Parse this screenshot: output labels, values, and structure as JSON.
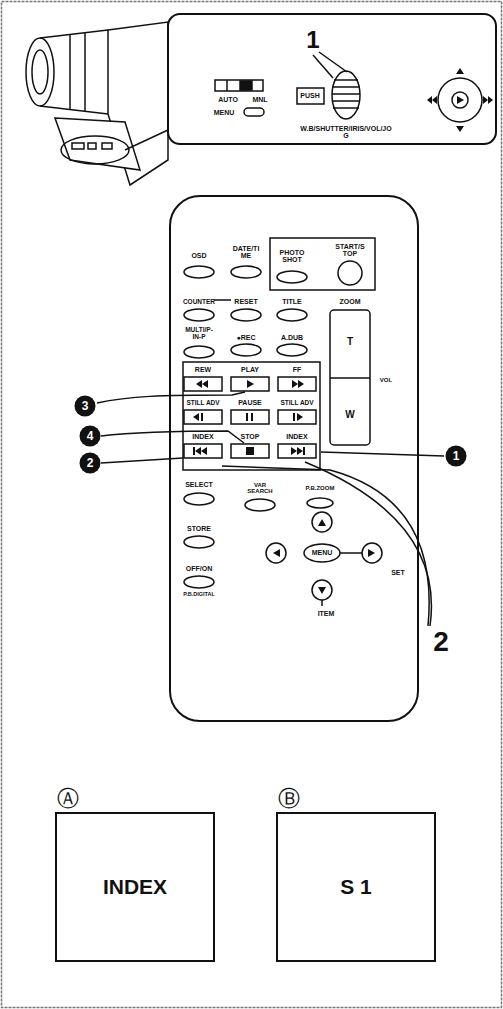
{
  "diagram": {
    "nodes": [
      {
        "text": [
          "Ⓐ",
          "INDEX"
        ]
      },
      {
        "text": [
          "Ⓑ",
          "S 1"
        ]
      }
    ],
    "labels": [
      "1",
      "AUTO",
      "MNL",
      "MENU",
      "PUSH",
      "W.B/SHUTTER/IRIS/VOL/JOG",
      "OSD",
      "DATE/TIME",
      "PHOTO SHOT",
      "START/STOP",
      "COUNTER",
      "RESET",
      "TITLE",
      "ZOOM",
      "T",
      "W",
      "MULTI/P-IN-P",
      "●REC",
      "A.DUB",
      "REW",
      "PLAY",
      "FF",
      "STILL ADV",
      "PAUSE",
      "STILL ADV",
      "INDEX",
      "STOP",
      "INDEX",
      "SELECT",
      "VAR SEARCH",
      "P.B.ZOOM",
      "STORE",
      "MENU",
      "SET",
      "ITEM",
      "OFF/ON",
      "P.B.DIGITAL",
      "VOL",
      "3",
      "4",
      "2",
      "1",
      "2"
    ]
  }
}
